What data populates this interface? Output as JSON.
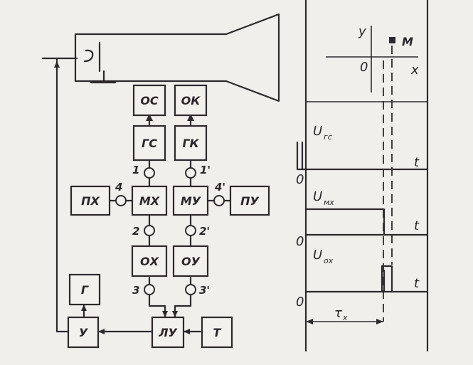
{
  "blocks": {
    "os": "ОС",
    "ok": "ОК",
    "gs": "ГС",
    "gk": "ГК",
    "px": "ПХ",
    "mx": "МХ",
    "my": "МУ",
    "py": "ПУ",
    "ox": "ОХ",
    "oy": "ОУ",
    "g": "Г",
    "u": "У",
    "lu": "ЛУ",
    "t": "Т"
  },
  "nodes": {
    "n1": "1",
    "n1p": "1'",
    "n2": "2",
    "n2p": "2'",
    "n3": "3",
    "n3p": "3'",
    "n4": "4",
    "n4p": "4'"
  },
  "screen": {
    "y": "y",
    "x": "x",
    "origin": "0",
    "marker": "M"
  },
  "plots": {
    "gs": {
      "label": "U",
      "sub": "гс",
      "t": "t",
      "zero": "0"
    },
    "mx": {
      "label": "U",
      "sub": "мх",
      "t": "t",
      "zero": "0"
    },
    "ox": {
      "label": "U",
      "sub": "ох",
      "t": "t",
      "zero": "0"
    },
    "tau": {
      "label": "τ",
      "sub": "х"
    }
  }
}
